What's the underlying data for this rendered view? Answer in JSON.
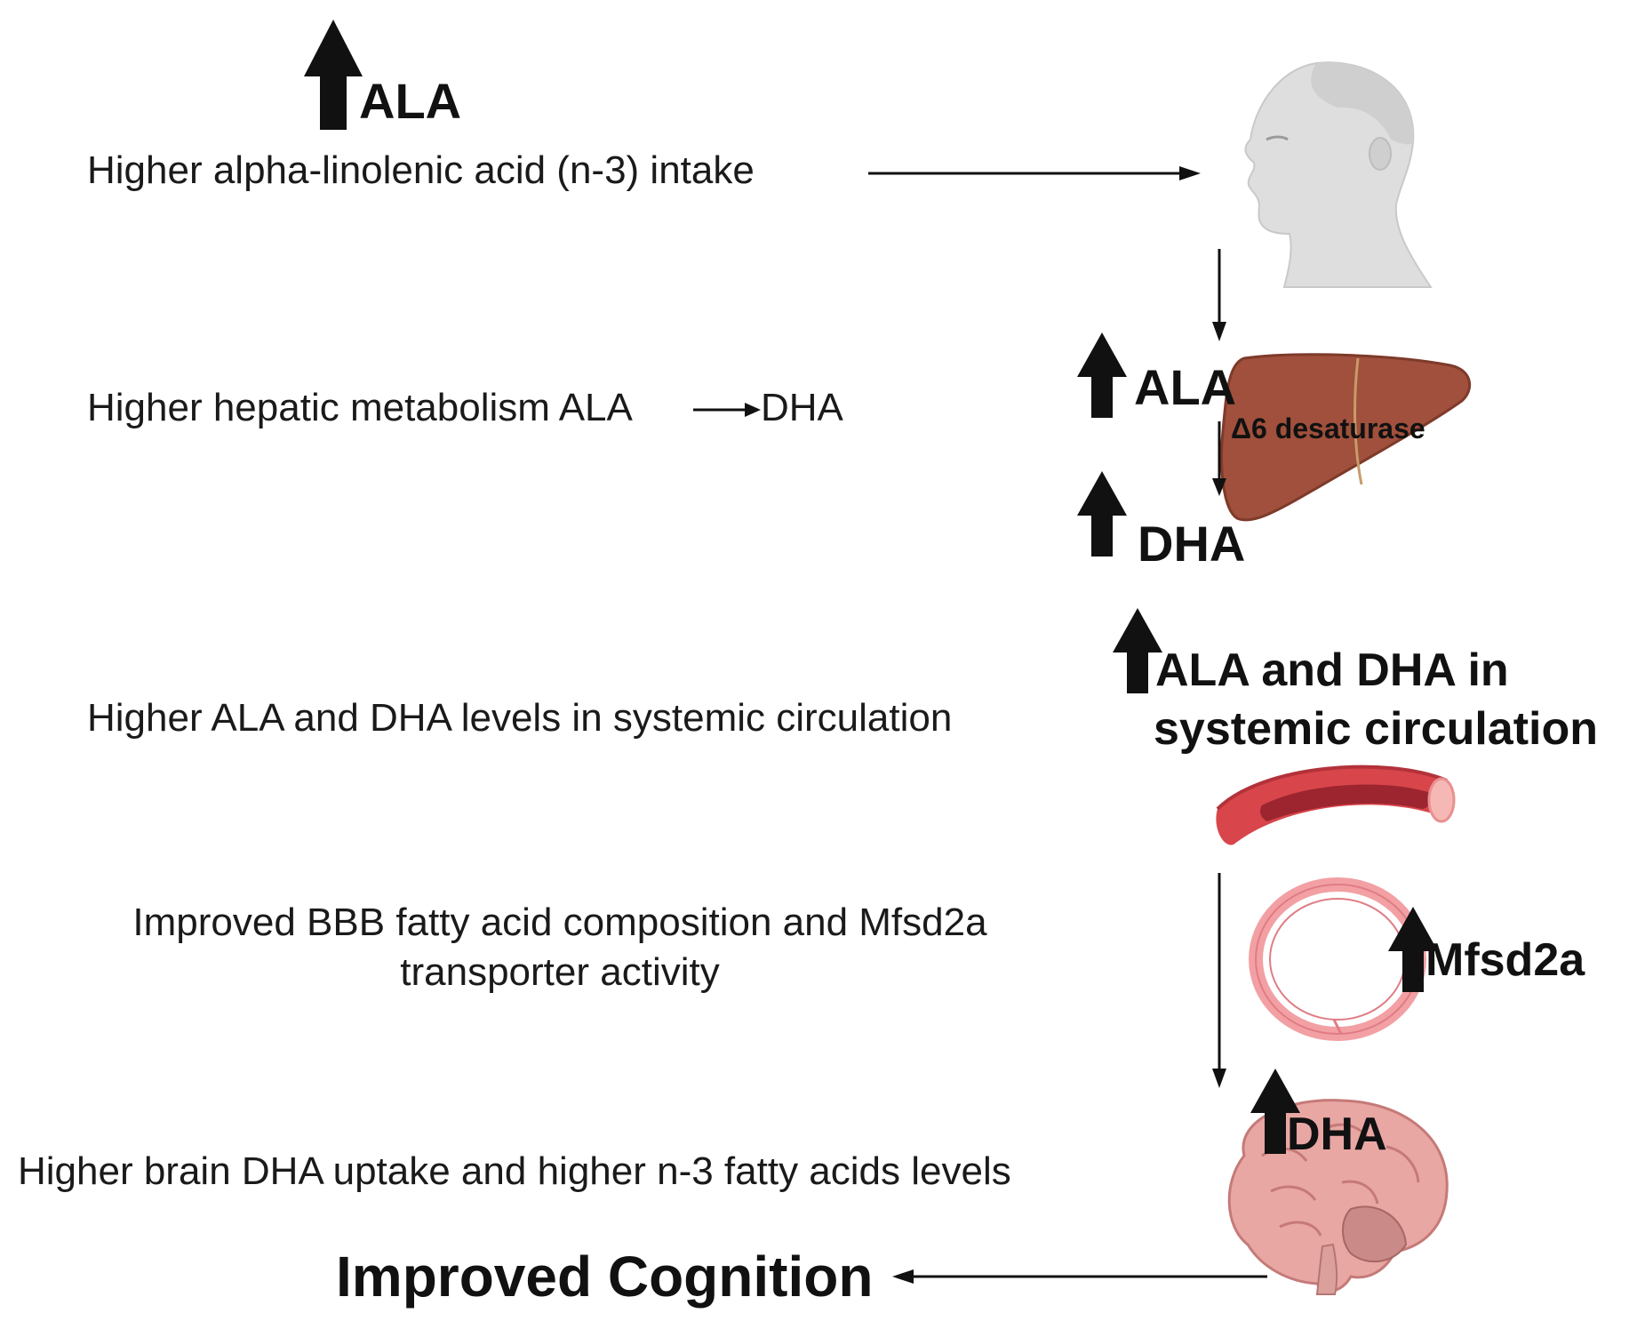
{
  "statements": {
    "intake": "Higher alpha-linolenic acid (n-3) intake",
    "hepatic_prefix": "Higher hepatic metabolism ALA",
    "hepatic_suffix": "DHA",
    "circulation": "Higher ALA and DHA levels in systemic circulation",
    "bbb_line1": "Improved BBB fatty acid composition and Mfsd2a",
    "bbb_line2": "transporter activity",
    "brain_uptake": "Higher brain DHA uptake and higher n-3 fatty acids levels",
    "outcome": "Improved Cognition"
  },
  "labels": {
    "ala_top": "ALA",
    "ala_liver": "ALA",
    "enzyme": "Δ6 desaturase",
    "dha_liver": "DHA",
    "circ_line1": "ALA and DHA in",
    "circ_line2": "systemic circulation",
    "transporter": "Mfsd2a",
    "dha_brain": "DHA"
  },
  "colors": {
    "text": "#1a1a1a",
    "arrow": "#111111",
    "liver": "#a0503c",
    "vessel_outer": "#d8454a",
    "vessel_inner": "#9c2530",
    "ring": "#f2a0a4",
    "brain": "#e9a7a4",
    "head": "#dedede"
  },
  "icons": [
    "human-head-icon",
    "liver-icon",
    "blood-vessel-icon",
    "bbb-ring-icon",
    "brain-icon",
    "up-arrow-icon"
  ]
}
